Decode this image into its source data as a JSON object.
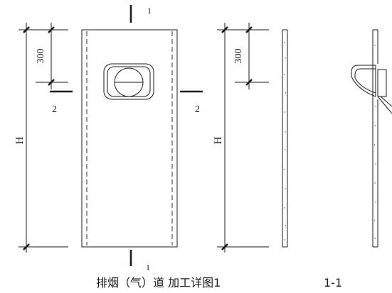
{
  "labels": {
    "section_top": "1",
    "section_bottom": "1",
    "cut_left": "2",
    "cut_right": "2",
    "dim_300_left": "300",
    "dim_h_left": "H",
    "dim_300_right": "300",
    "dim_h_right": "H"
  },
  "captions": {
    "left": "排烟（气）道 加工详图1",
    "right": "1-1"
  }
}
